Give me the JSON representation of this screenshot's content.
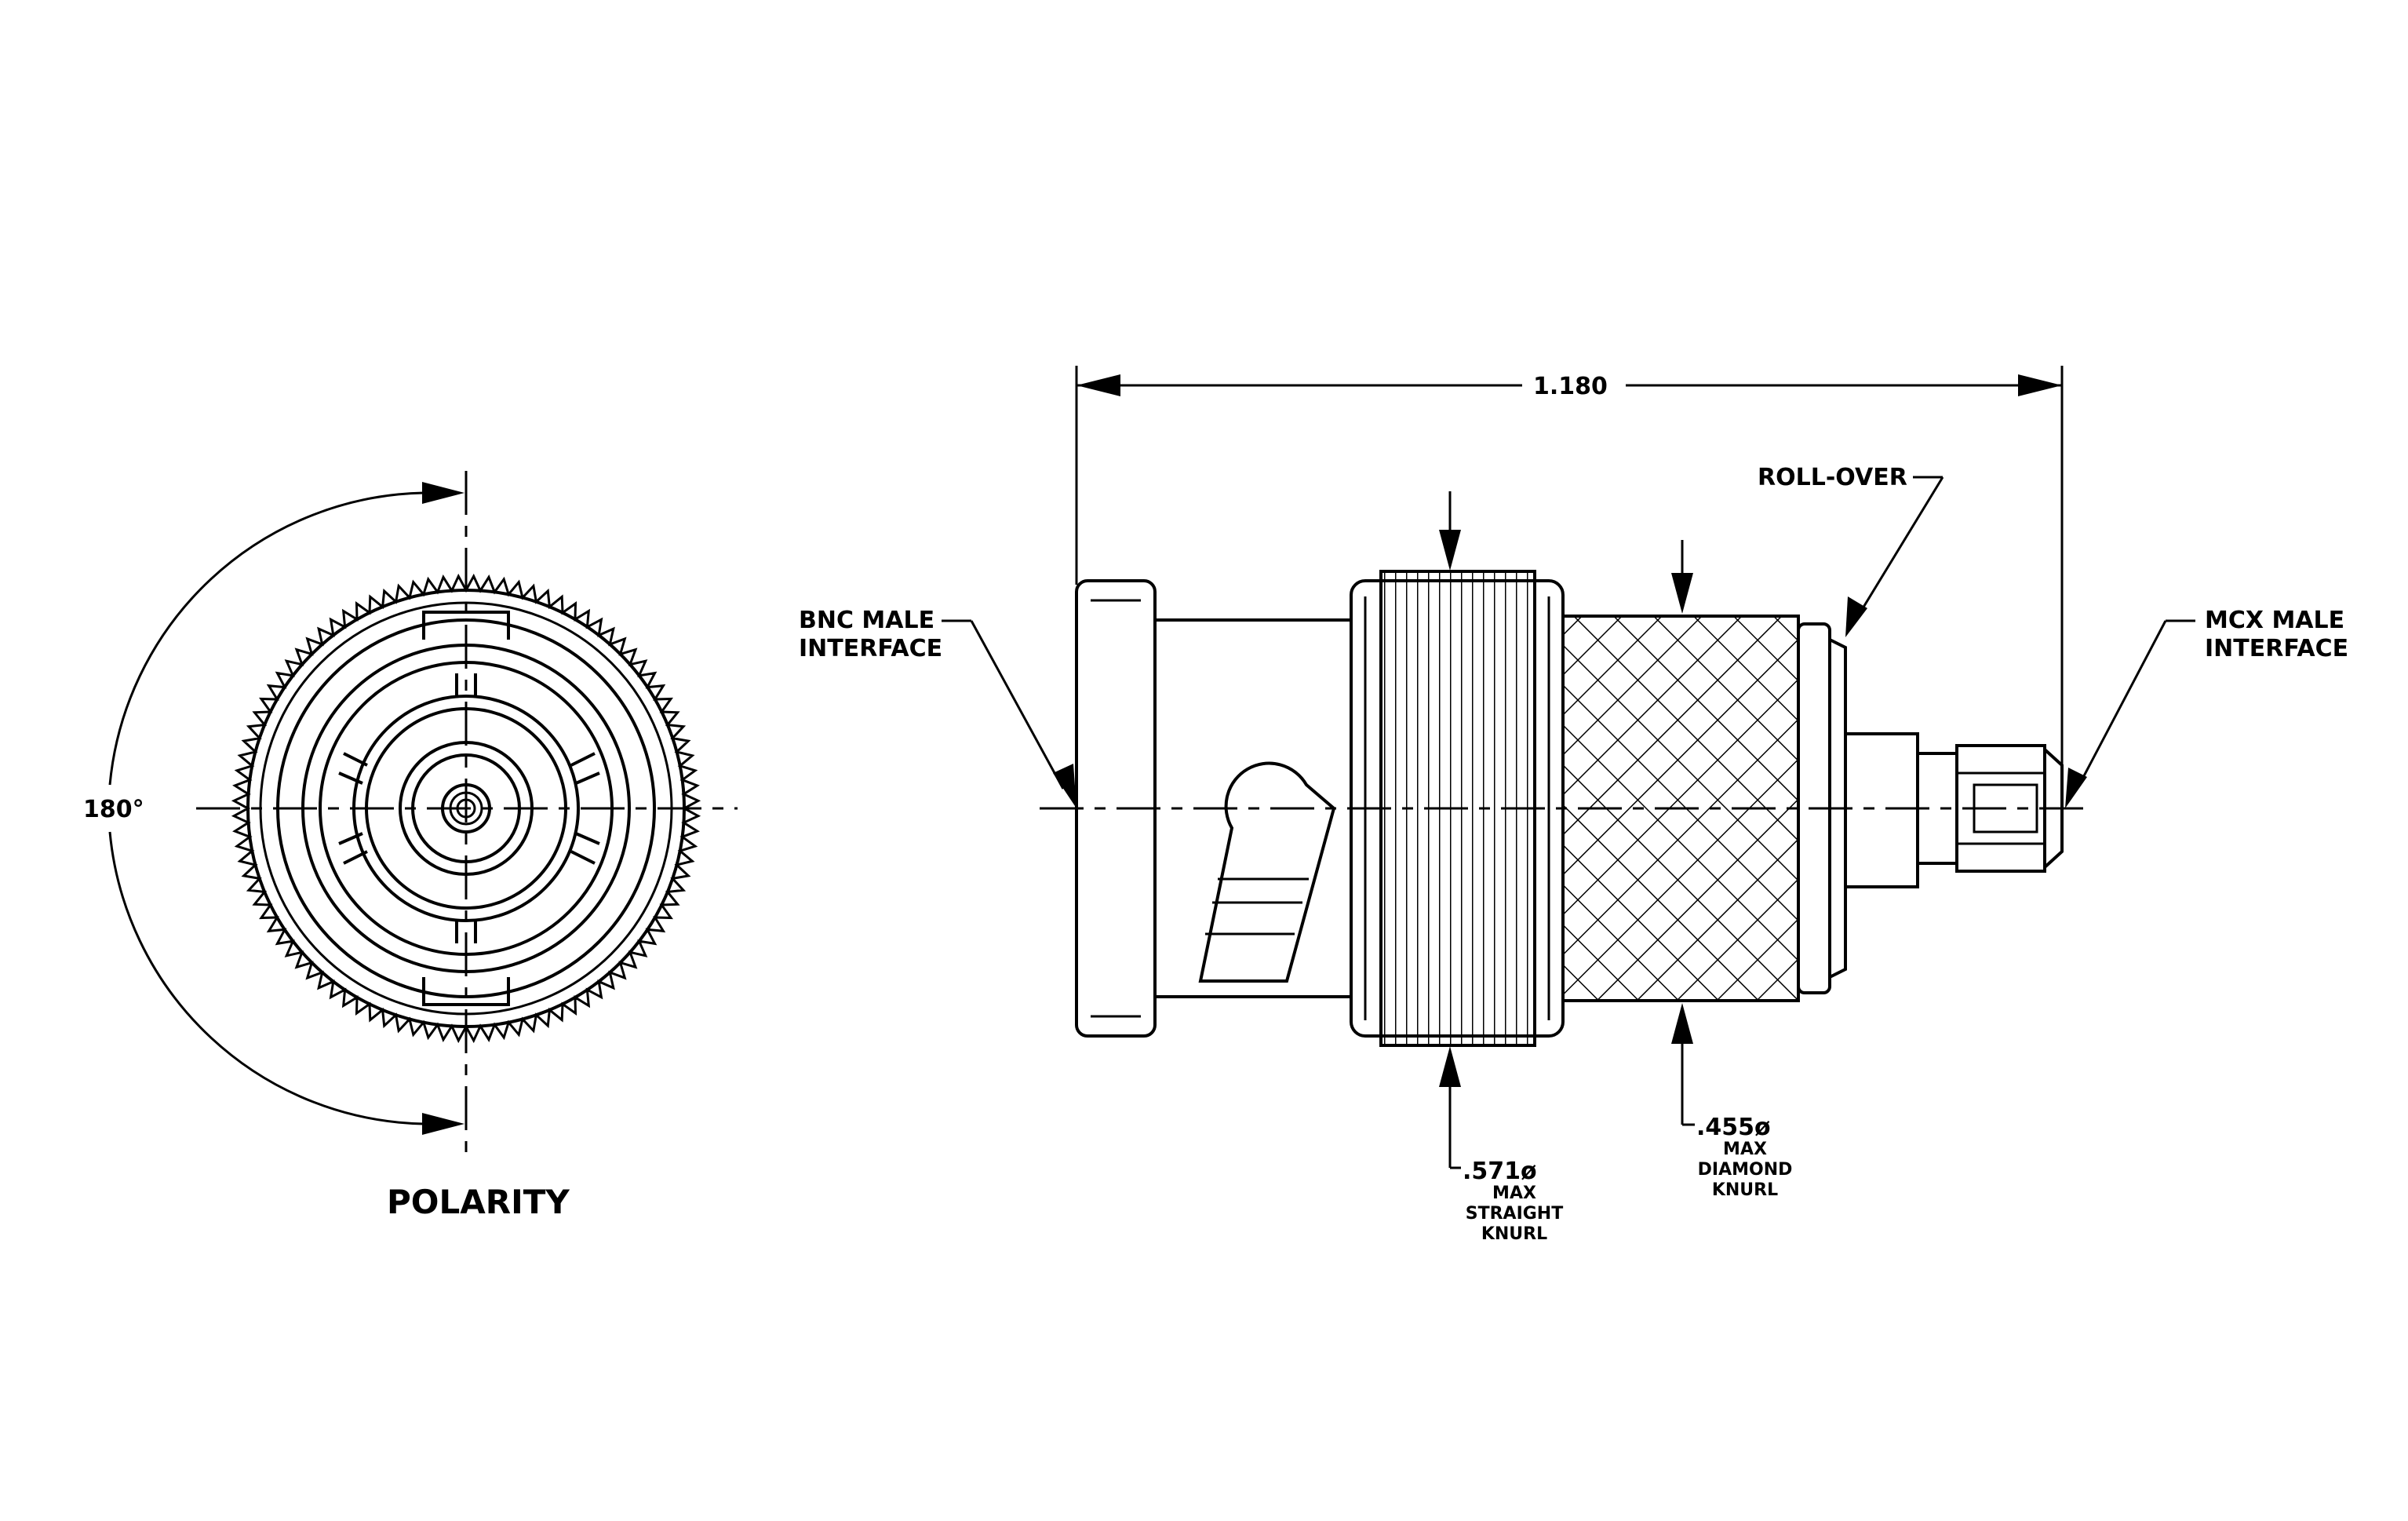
{
  "labels": {
    "overall_length": "1.180",
    "angle": "180°",
    "polarity": "POLARITY",
    "bnc_line1": "BNC MALE",
    "bnc_line2": "INTERFACE",
    "mcx_line1": "MCX MALE",
    "mcx_line2": "INTERFACE",
    "rollover": "ROLL-OVER",
    "straight_dia": ".571ø",
    "straight_line2": "MAX",
    "straight_line3": "STRAIGHT",
    "straight_line4": "KNURL",
    "diamond_dia": ".455ø",
    "diamond_line2": "MAX",
    "diamond_line3": "DIAMOND",
    "diamond_line4": "KNURL"
  },
  "colors": {
    "ink": "#000000",
    "paper": "#ffffff"
  }
}
